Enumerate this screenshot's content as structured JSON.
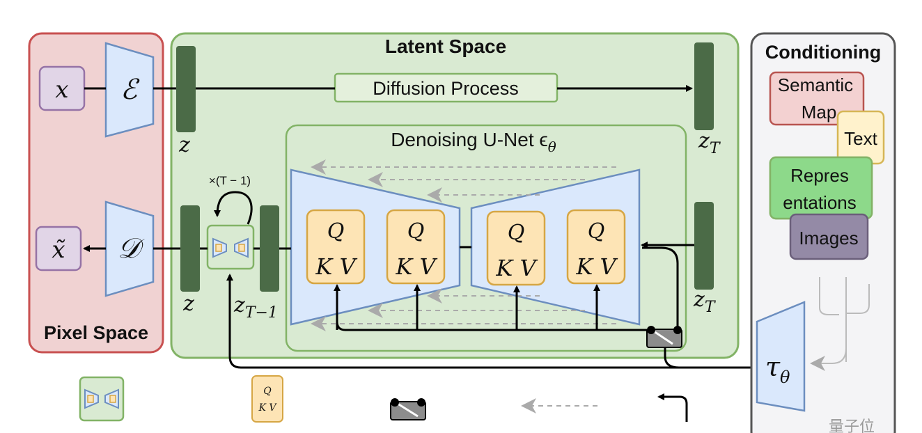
{
  "pixel_space": {
    "title": "Pixel Space",
    "input_symbol": "x",
    "output_symbol": "x̃",
    "encoder_symbol": "ℰ",
    "decoder_symbol": "𝒟"
  },
  "latent_space": {
    "title": "Latent Space",
    "diffusion_label": "Diffusion Process",
    "z_label": "z",
    "zT_label": "z",
    "zT_sub": "T",
    "z_tm1_label": "z",
    "z_tm1_sub": "T−1",
    "repeat_label": "×(T − 1)"
  },
  "unet": {
    "title": "Denoising U-Net ϵ",
    "title_sub": "θ",
    "blocks": [
      {
        "q": "Q",
        "kv": "K V"
      },
      {
        "q": "Q",
        "kv": "K V"
      },
      {
        "q": "Q",
        "kv": "K V"
      },
      {
        "q": "Q",
        "kv": "K V"
      }
    ]
  },
  "conditioning": {
    "title": "Conditioning",
    "items": [
      "Semantic",
      "Map",
      "Text",
      "Repres",
      "entations",
      "Images"
    ],
    "tau_symbol": "τ",
    "tau_sub": "θ"
  },
  "legend": {
    "qkv_q": "Q",
    "qkv_kv": "K V"
  },
  "watermark": "量子位",
  "colors": {
    "pixel_bg": "#f0d2d2",
    "pixel_border": "#c85050",
    "latent_bg": "#d9ead2",
    "latent_border": "#82b366",
    "bar": "#4b6b47",
    "trapezoid_fill": "#dae8fc",
    "trapezoid_stroke": "#6c8ebf",
    "qkv_fill": "#fde4b5",
    "qkv_stroke": "#d6a644",
    "cond_border": "#555555"
  }
}
